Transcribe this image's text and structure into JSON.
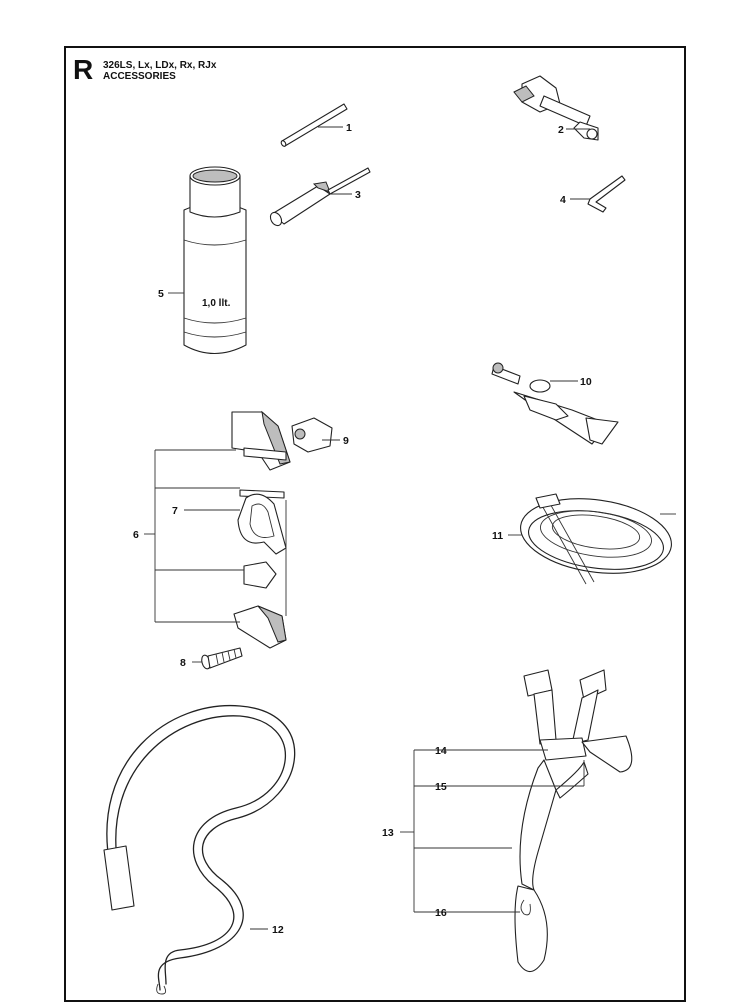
{
  "header": {
    "section_letter": "R",
    "models": "326LS, Lx, LDx, Rx, RJx",
    "section_title": "ACCESSORIES"
  },
  "bottle": {
    "volume_label": "1,0 llt."
  },
  "callouts": [
    {
      "number": "1"
    },
    {
      "number": "2"
    },
    {
      "number": "3"
    },
    {
      "number": "4"
    },
    {
      "number": "5"
    },
    {
      "number": "6"
    },
    {
      "number": "7"
    },
    {
      "number": "8"
    },
    {
      "number": "9"
    },
    {
      "number": "10"
    },
    {
      "number": "11"
    },
    {
      "number": "12"
    },
    {
      "number": "13"
    },
    {
      "number": "14"
    },
    {
      "number": "15"
    },
    {
      "number": "16"
    }
  ]
}
